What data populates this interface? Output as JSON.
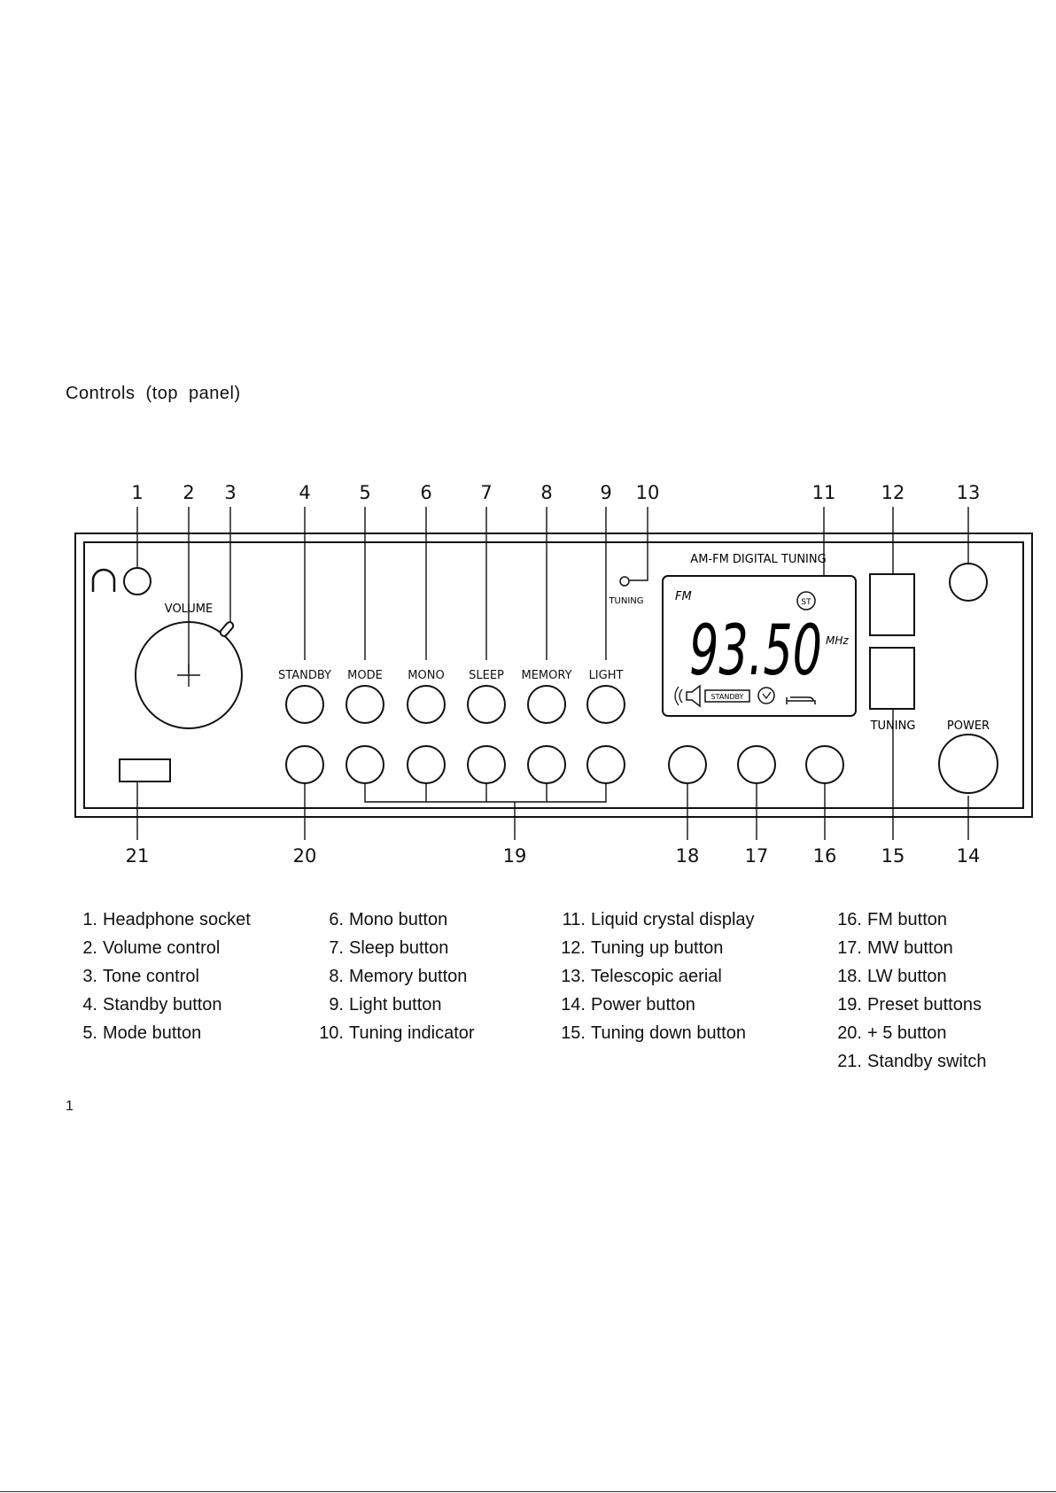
{
  "heading": "Controls  (top  panel)",
  "panel": {
    "brand": "AM-FM DIGITAL TUNING",
    "volume_label": "VOLUME",
    "tuning_indicator_label": "TUNING",
    "button_labels": [
      "STANDBY",
      "MODE",
      "MONO",
      "SLEEP",
      "MEMORY",
      "LIGHT"
    ],
    "tuning_label": "TUNING",
    "power_label": "POWER"
  },
  "display": {
    "band": "FM",
    "stereo": "ST",
    "frequency": "93.50",
    "unit": "MHz",
    "standby_tag": "STANDBY"
  },
  "callouts_top": [
    "1",
    "2",
    "3",
    "4",
    "5",
    "6",
    "7",
    "8",
    "9",
    "10",
    "11",
    "12",
    "13"
  ],
  "callouts_bottom": [
    "21",
    "20",
    "19",
    "18",
    "17",
    "16",
    "15",
    "14"
  ],
  "legend": {
    "col1": [
      {
        "num": "1.",
        "text": "Headphone socket"
      },
      {
        "num": "2.",
        "text": "Volume control"
      },
      {
        "num": "3.",
        "text": "Tone control"
      },
      {
        "num": "4.",
        "text": "Standby button"
      },
      {
        "num": "5.",
        "text": "Mode button"
      }
    ],
    "col2": [
      {
        "num": "6.",
        "text": "Mono button"
      },
      {
        "num": "7.",
        "text": "Sleep button"
      },
      {
        "num": "8.",
        "text": "Memory button"
      },
      {
        "num": "9.",
        "text": "Light button"
      },
      {
        "num": "10.",
        "text": "Tuning indicator"
      }
    ],
    "col3": [
      {
        "num": "11.",
        "text": "Liquid crystal display"
      },
      {
        "num": "12.",
        "text": "Tuning up button"
      },
      {
        "num": "13.",
        "text": "Telescopic aerial"
      },
      {
        "num": "14.",
        "text": "Power button"
      },
      {
        "num": "15.",
        "text": "Tuning down button"
      }
    ],
    "col4": [
      {
        "num": "16.",
        "text": "FM button"
      },
      {
        "num": "17.",
        "text": "MW button"
      },
      {
        "num": "18.",
        "text": "LW button"
      },
      {
        "num": "19.",
        "text": "Preset buttons"
      },
      {
        "num": "20.",
        "text": "+ 5 button"
      },
      {
        "num": "21.",
        "text": "Standby switch"
      }
    ]
  },
  "page_number": "1"
}
